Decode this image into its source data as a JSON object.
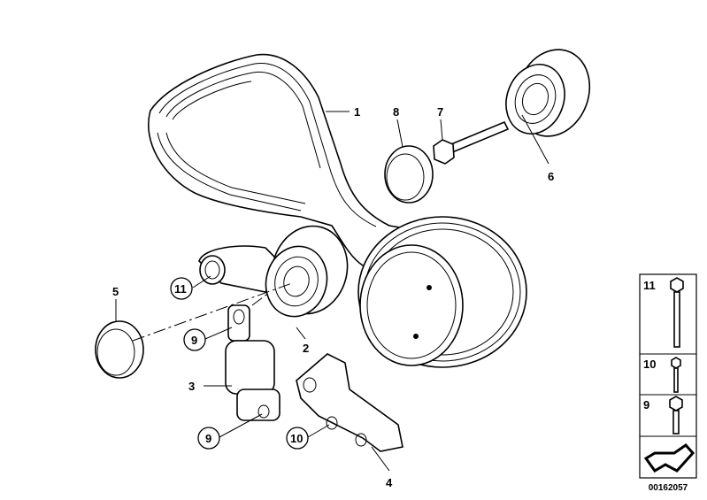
{
  "diagram": {
    "callouts": {
      "belt": "1",
      "tensioner_pulley": "2",
      "damper": "3",
      "bracket": "4",
      "cap_left": "5",
      "idler_pulley": "6",
      "bolt_idler": "7",
      "cap_right": "8",
      "bolt_9_upper": "9",
      "bolt_9_lower": "9",
      "bolt_10": "10",
      "bolt_11": "11"
    },
    "legend": {
      "items": [
        {
          "number": "11",
          "icon": "hex-flange-bolt-long-icon"
        },
        {
          "number": "10",
          "icon": "hex-flange-bolt-short-icon"
        },
        {
          "number": "9",
          "icon": "hex-flange-bolt-icon"
        }
      ],
      "arrow_icon": "direction-arrow-icon"
    },
    "diagram_number": "00162057"
  }
}
